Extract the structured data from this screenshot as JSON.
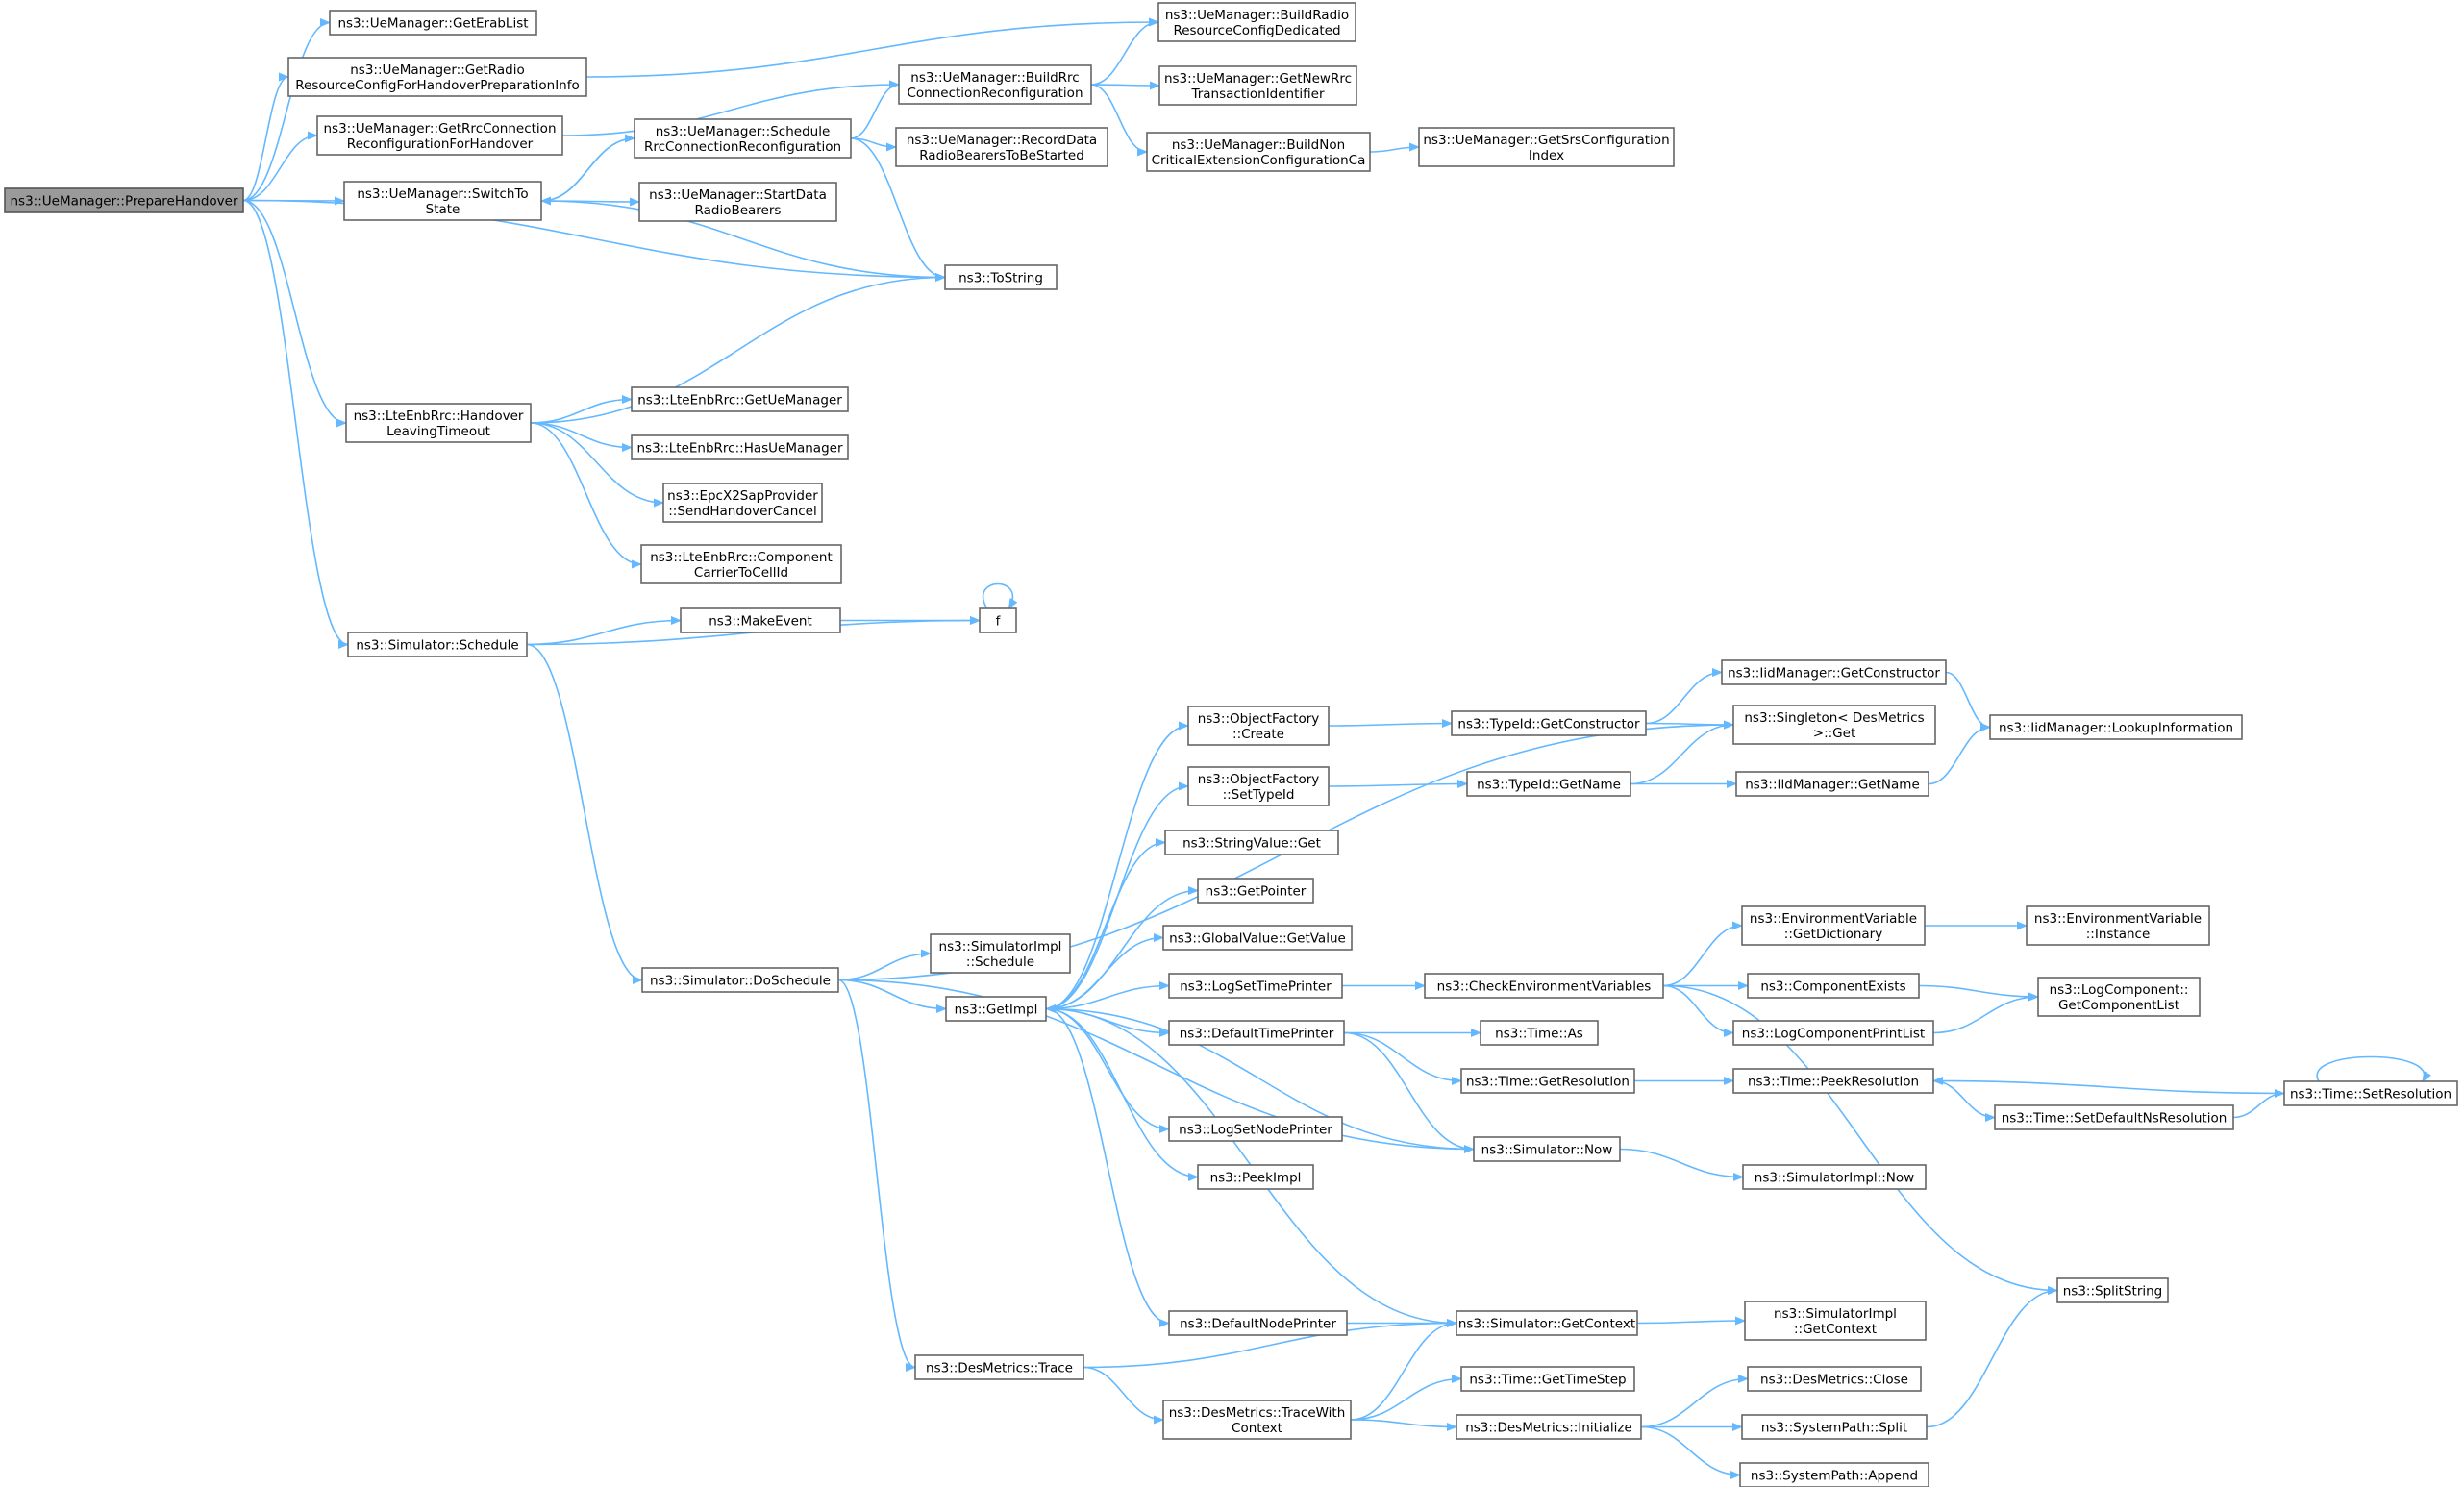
{
  "nodes": [
    {
      "id": "prep",
      "lines": [
        "ns3::UeManager::PrepareHandover"
      ],
      "root": true
    },
    {
      "id": "getErab",
      "lines": [
        "ns3::UeManager::GetErabList"
      ]
    },
    {
      "id": "getRadio",
      "lines": [
        "ns3::UeManager::GetRadio",
        "ResourceConfigForHandoverPreparationInfo"
      ]
    },
    {
      "id": "getRrcConn",
      "lines": [
        "ns3::UeManager::GetRrcConnection",
        "ReconfigurationForHandover"
      ]
    },
    {
      "id": "switchTo",
      "lines": [
        "ns3::UeManager::SwitchTo",
        "State"
      ]
    },
    {
      "id": "toString",
      "lines": [
        "ns3::ToString"
      ]
    },
    {
      "id": "hlt",
      "lines": [
        "ns3::LteEnbRrc::Handover",
        "LeavingTimeout"
      ]
    },
    {
      "id": "simSchedule",
      "lines": [
        "ns3::Simulator::Schedule"
      ]
    },
    {
      "id": "buildRadioDed",
      "lines": [
        "ns3::UeManager::BuildRadio",
        "ResourceConfigDedicated"
      ]
    },
    {
      "id": "buildRrc",
      "lines": [
        "ns3::UeManager::BuildRrc",
        "ConnectionReconfiguration"
      ]
    },
    {
      "id": "schedRrc",
      "lines": [
        "ns3::UeManager::Schedule",
        "RrcConnectionReconfiguration"
      ]
    },
    {
      "id": "recordData",
      "lines": [
        "ns3::UeManager::RecordData",
        "RadioBearersToBeStarted"
      ]
    },
    {
      "id": "startData",
      "lines": [
        "ns3::UeManager::StartData",
        "RadioBearers"
      ]
    },
    {
      "id": "getNewRrc",
      "lines": [
        "ns3::UeManager::GetNewRrc",
        "TransactionIdentifier"
      ]
    },
    {
      "id": "buildNon",
      "lines": [
        "ns3::UeManager::BuildNon",
        "CriticalExtensionConfigurationCa"
      ]
    },
    {
      "id": "getSrs",
      "lines": [
        "ns3::UeManager::GetSrsConfiguration",
        "Index"
      ]
    },
    {
      "id": "getUeMgr",
      "lines": [
        "ns3::LteEnbRrc::GetUeManager"
      ]
    },
    {
      "id": "hasUeMgr",
      "lines": [
        "ns3::LteEnbRrc::HasUeManager"
      ]
    },
    {
      "id": "epcX2",
      "lines": [
        "ns3::EpcX2SapProvider",
        "::SendHandoverCancel"
      ]
    },
    {
      "id": "compCarrier",
      "lines": [
        "ns3::LteEnbRrc::Component",
        "CarrierToCellId"
      ]
    },
    {
      "id": "makeEvent",
      "lines": [
        "ns3::MakeEvent"
      ]
    },
    {
      "id": "f",
      "lines": [
        "f"
      ]
    },
    {
      "id": "doSchedule",
      "lines": [
        "ns3::Simulator::DoSchedule"
      ]
    },
    {
      "id": "simImplSched",
      "lines": [
        "ns3::SimulatorImpl",
        "::Schedule"
      ]
    },
    {
      "id": "getImpl",
      "lines": [
        "ns3::GetImpl"
      ]
    },
    {
      "id": "desTrace",
      "lines": [
        "ns3::DesMetrics::Trace"
      ]
    },
    {
      "id": "ofCreate",
      "lines": [
        "ns3::ObjectFactory",
        "::Create"
      ]
    },
    {
      "id": "ofSetTypeId",
      "lines": [
        "ns3::ObjectFactory",
        "::SetTypeId"
      ]
    },
    {
      "id": "strValGet",
      "lines": [
        "ns3::StringValue::Get"
      ]
    },
    {
      "id": "getPointer",
      "lines": [
        "ns3::GetPointer"
      ]
    },
    {
      "id": "gvGetValue",
      "lines": [
        "ns3::GlobalValue::GetValue"
      ]
    },
    {
      "id": "logSetTime",
      "lines": [
        "ns3::LogSetTimePrinter"
      ]
    },
    {
      "id": "defTime",
      "lines": [
        "ns3::DefaultTimePrinter"
      ]
    },
    {
      "id": "logSetNode",
      "lines": [
        "ns3::LogSetNodePrinter"
      ]
    },
    {
      "id": "peekImpl",
      "lines": [
        "ns3::PeekImpl"
      ]
    },
    {
      "id": "defNode",
      "lines": [
        "ns3::DefaultNodePrinter"
      ]
    },
    {
      "id": "traceWith",
      "lines": [
        "ns3::DesMetrics::TraceWith",
        "Context"
      ]
    },
    {
      "id": "tidGetCons",
      "lines": [
        "ns3::TypeId::GetConstructor"
      ]
    },
    {
      "id": "tidGetName",
      "lines": [
        "ns3::TypeId::GetName"
      ]
    },
    {
      "id": "checkEnv",
      "lines": [
        "ns3::CheckEnvironmentVariables"
      ]
    },
    {
      "id": "timeAs",
      "lines": [
        "ns3::Time::As"
      ]
    },
    {
      "id": "timeGetRes",
      "lines": [
        "ns3::Time::GetResolution"
      ]
    },
    {
      "id": "simNow",
      "lines": [
        "ns3::Simulator::Now"
      ]
    },
    {
      "id": "simGetCtx",
      "lines": [
        "ns3::Simulator::GetContext"
      ]
    },
    {
      "id": "timeGetStep",
      "lines": [
        "ns3::Time::GetTimeStep"
      ]
    },
    {
      "id": "desInit",
      "lines": [
        "ns3::DesMetrics::Initialize"
      ]
    },
    {
      "id": "iidGetCons",
      "lines": [
        "ns3::IidManager::GetConstructor"
      ]
    },
    {
      "id": "singleton",
      "lines": [
        "ns3::Singleton< DesMetrics",
        ">::Get"
      ]
    },
    {
      "id": "iidGetName",
      "lines": [
        "ns3::IidManager::GetName"
      ]
    },
    {
      "id": "envGetDict",
      "lines": [
        "ns3::EnvironmentVariable",
        "::GetDictionary"
      ]
    },
    {
      "id": "compExists",
      "lines": [
        "ns3::ComponentExists"
      ]
    },
    {
      "id": "logCompPrint",
      "lines": [
        "ns3::LogComponentPrintList"
      ]
    },
    {
      "id": "peekRes",
      "lines": [
        "ns3::Time::PeekResolution"
      ]
    },
    {
      "id": "setDefNs",
      "lines": [
        "ns3::Time::SetDefaultNsResolution"
      ]
    },
    {
      "id": "simImplNow",
      "lines": [
        "ns3::SimulatorImpl::Now"
      ]
    },
    {
      "id": "simImplGetCtx",
      "lines": [
        "ns3::SimulatorImpl",
        "::GetContext"
      ]
    },
    {
      "id": "desClose",
      "lines": [
        "ns3::DesMetrics::Close"
      ]
    },
    {
      "id": "spSplit",
      "lines": [
        "ns3::SystemPath::Split"
      ]
    },
    {
      "id": "spAppend",
      "lines": [
        "ns3::SystemPath::Append"
      ]
    },
    {
      "id": "iidLookup",
      "lines": [
        "ns3::IidManager::LookupInformation"
      ]
    },
    {
      "id": "envInstance",
      "lines": [
        "ns3::EnvironmentVariable",
        "::Instance"
      ]
    },
    {
      "id": "logCompGetList",
      "lines": [
        "ns3::LogComponent::",
        "GetComponentList"
      ]
    },
    {
      "id": "setRes",
      "lines": [
        "ns3::Time::SetResolution"
      ]
    },
    {
      "id": "splitString",
      "lines": [
        "ns3::SplitString"
      ]
    }
  ],
  "edges": [
    [
      "prep",
      "getErab"
    ],
    [
      "prep",
      "getRadio"
    ],
    [
      "prep",
      "getRrcConn"
    ],
    [
      "prep",
      "switchTo"
    ],
    [
      "prep",
      "toString"
    ],
    [
      "prep",
      "hlt"
    ],
    [
      "prep",
      "simSchedule"
    ],
    [
      "getRadio",
      "buildRadioDed"
    ],
    [
      "getRrcConn",
      "buildRrc"
    ],
    [
      "switchTo",
      "schedRrc"
    ],
    [
      "switchTo",
      "startData"
    ],
    [
      "switchTo",
      "toString"
    ],
    [
      "schedRrc",
      "switchTo"
    ],
    [
      "schedRrc",
      "buildRrc"
    ],
    [
      "schedRrc",
      "recordData"
    ],
    [
      "schedRrc",
      "toString"
    ],
    [
      "buildRrc",
      "buildRadioDed"
    ],
    [
      "buildRrc",
      "getNewRrc"
    ],
    [
      "buildRrc",
      "buildNon"
    ],
    [
      "buildNon",
      "getSrs"
    ],
    [
      "hlt",
      "toString"
    ],
    [
      "hlt",
      "getUeMgr"
    ],
    [
      "hlt",
      "hasUeMgr"
    ],
    [
      "hlt",
      "epcX2"
    ],
    [
      "hlt",
      "compCarrier"
    ],
    [
      "simSchedule",
      "makeEvent"
    ],
    [
      "simSchedule",
      "f"
    ],
    [
      "simSchedule",
      "doSchedule"
    ],
    [
      "makeEvent",
      "f"
    ],
    [
      "f",
      "f"
    ],
    [
      "doSchedule",
      "simImplSched"
    ],
    [
      "doSchedule",
      "getImpl"
    ],
    [
      "doSchedule",
      "desTrace"
    ],
    [
      "doSchedule",
      "simNow"
    ],
    [
      "doSchedule",
      "singleton"
    ],
    [
      "getImpl",
      "ofCreate"
    ],
    [
      "getImpl",
      "ofSetTypeId"
    ],
    [
      "getImpl",
      "strValGet"
    ],
    [
      "getImpl",
      "getPointer"
    ],
    [
      "getImpl",
      "gvGetValue"
    ],
    [
      "getImpl",
      "logSetTime"
    ],
    [
      "getImpl",
      "defTime"
    ],
    [
      "getImpl",
      "logSetNode"
    ],
    [
      "getImpl",
      "peekImpl"
    ],
    [
      "getImpl",
      "defNode"
    ],
    [
      "ofCreate",
      "tidGetCons"
    ],
    [
      "ofSetTypeId",
      "tidGetName"
    ],
    [
      "tidGetCons",
      "iidGetCons"
    ],
    [
      "tidGetCons",
      "singleton"
    ],
    [
      "tidGetName",
      "singleton"
    ],
    [
      "tidGetName",
      "iidGetName"
    ],
    [
      "iidGetCons",
      "iidLookup"
    ],
    [
      "iidGetName",
      "iidLookup"
    ],
    [
      "logSetTime",
      "checkEnv"
    ],
    [
      "checkEnv",
      "envGetDict"
    ],
    [
      "checkEnv",
      "compExists"
    ],
    [
      "checkEnv",
      "logCompPrint"
    ],
    [
      "checkEnv",
      "splitString"
    ],
    [
      "envGetDict",
      "envInstance"
    ],
    [
      "compExists",
      "logCompGetList"
    ],
    [
      "logCompPrint",
      "logCompGetList"
    ],
    [
      "defTime",
      "timeAs"
    ],
    [
      "defTime",
      "timeGetRes"
    ],
    [
      "defTime",
      "simNow"
    ],
    [
      "timeGetRes",
      "peekRes"
    ],
    [
      "peekRes",
      "setDefNs"
    ],
    [
      "setDefNs",
      "setRes"
    ],
    [
      "setRes",
      "peekRes"
    ],
    [
      "setRes",
      "setRes"
    ],
    [
      "simNow",
      "getImpl"
    ],
    [
      "simNow",
      "simImplNow"
    ],
    [
      "defNode",
      "simGetCtx"
    ],
    [
      "simGetCtx",
      "getImpl"
    ],
    [
      "simGetCtx",
      "simImplGetCtx"
    ],
    [
      "desTrace",
      "simGetCtx"
    ],
    [
      "desTrace",
      "traceWith"
    ],
    [
      "traceWith",
      "simGetCtx"
    ],
    [
      "traceWith",
      "timeGetStep"
    ],
    [
      "traceWith",
      "desInit"
    ],
    [
      "desInit",
      "desClose"
    ],
    [
      "desInit",
      "spSplit"
    ],
    [
      "desInit",
      "spAppend"
    ],
    [
      "spSplit",
      "splitString"
    ]
  ]
}
